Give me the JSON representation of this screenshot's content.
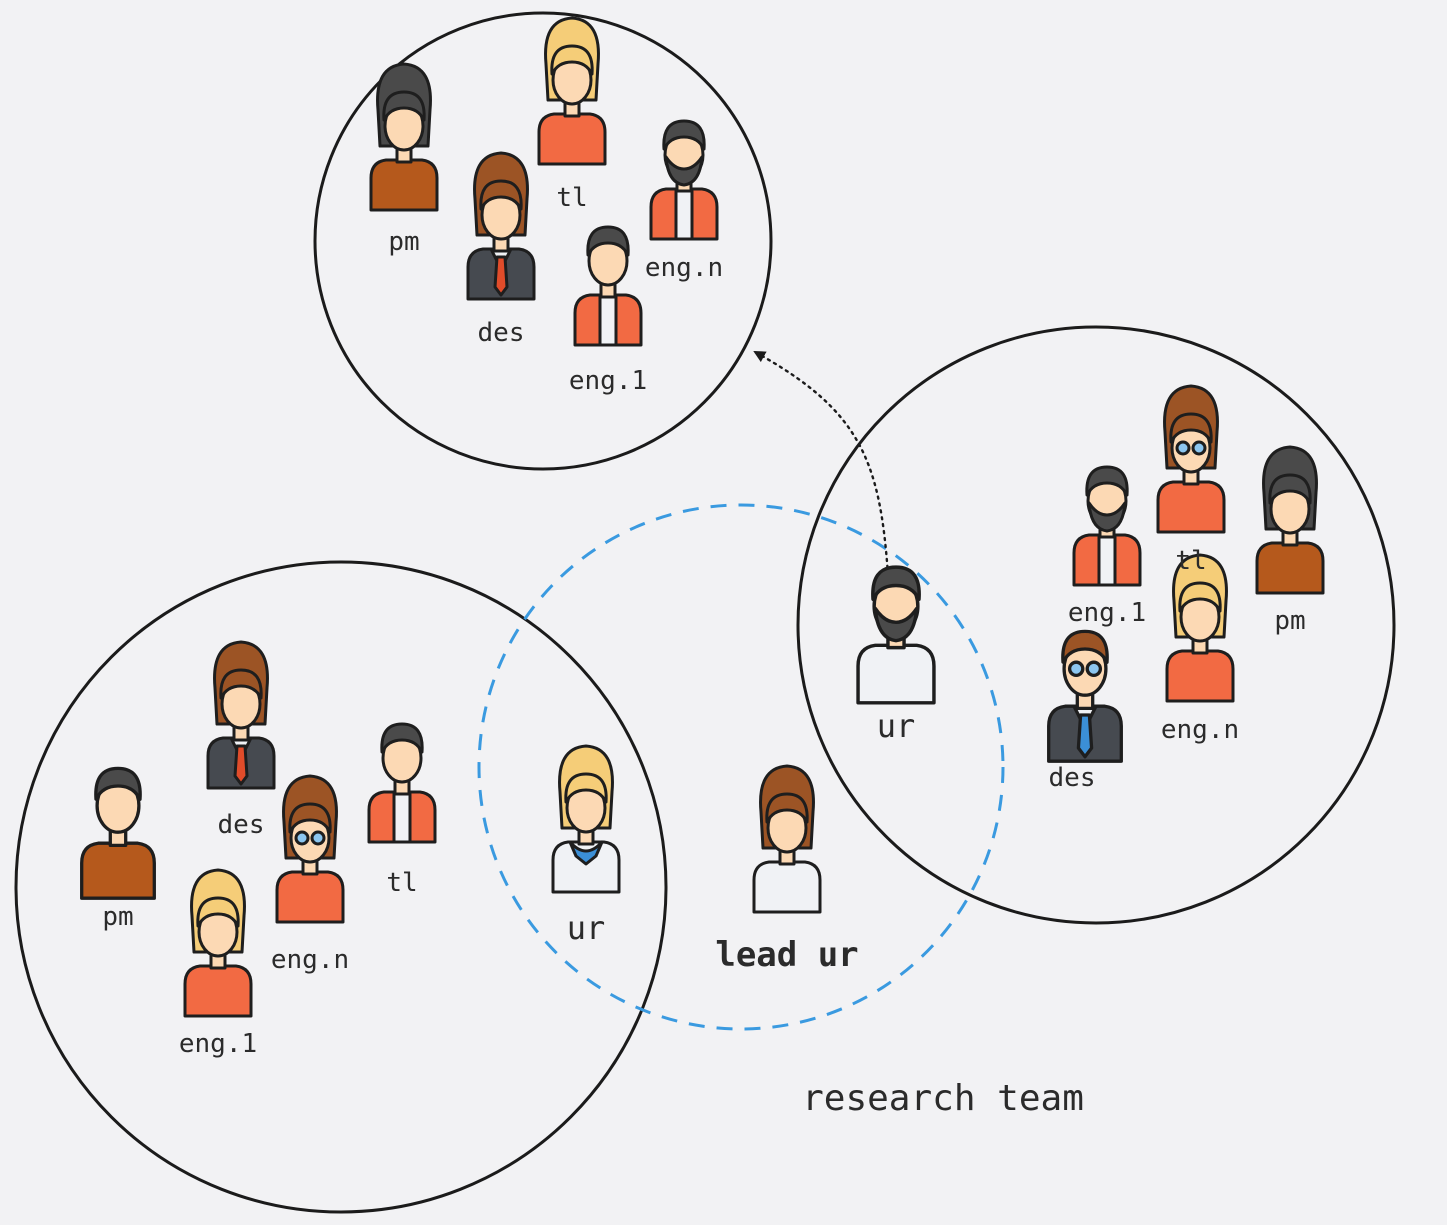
{
  "colors": {
    "background": "#f2f2f4",
    "team_circle": "#1b1b1b",
    "research_circle": "#3a9ae0",
    "outline": "#1e1e1e",
    "skin": "#fcd9b4",
    "hair_dark": "#4a4a4a",
    "hair_brown": "#9c5425",
    "hair_blonde": "#f5cd78",
    "shirt_orange": "#f26a43",
    "shirt_brown": "#b5591c",
    "suit_dark": "#464a50",
    "shirt_white": "#f0f2f5",
    "tie_red": "#e14c2a",
    "tie_blue": "#3b8fd6"
  },
  "teams": [
    {
      "id": "top",
      "members": [
        {
          "role": "pm",
          "hair": "bob-dark",
          "outfit": "brown",
          "icon": "woman-icon"
        },
        {
          "role": "tl",
          "hair": "curly-blonde",
          "outfit": "orange-dress",
          "icon": "woman-icon"
        },
        {
          "role": "eng.n",
          "hair": "beard-dark",
          "outfit": "orange-hoodie",
          "icon": "man-icon"
        },
        {
          "role": "des",
          "hair": "brown",
          "outfit": "suit-red-tie",
          "icon": "woman-icon"
        },
        {
          "role": "eng.1",
          "hair": "short-dark",
          "outfit": "orange-jacket",
          "icon": "man-icon"
        }
      ]
    },
    {
      "id": "right",
      "members": [
        {
          "role": "ur",
          "hair": "beard-dark",
          "outfit": "white-shirt",
          "icon": "man-icon"
        },
        {
          "role": "eng.1",
          "hair": "beard-dark",
          "outfit": "orange-hoodie",
          "icon": "man-icon"
        },
        {
          "role": "tl",
          "hair": "long-brown-glasses",
          "outfit": "orange-shirt",
          "icon": "woman-icon"
        },
        {
          "role": "pm",
          "hair": "bob-dark",
          "outfit": "brown",
          "icon": "woman-icon"
        },
        {
          "role": "des",
          "hair": "red-glasses",
          "outfit": "suit-blue-tie",
          "icon": "man-icon"
        },
        {
          "role": "eng.n",
          "hair": "long-blonde",
          "outfit": "orange-shirt",
          "icon": "woman-icon"
        }
      ]
    },
    {
      "id": "left",
      "members": [
        {
          "role": "pm",
          "hair": "short-dark",
          "outfit": "brown",
          "icon": "man-icon"
        },
        {
          "role": "des",
          "hair": "brown",
          "outfit": "suit-red-tie",
          "icon": "woman-icon"
        },
        {
          "role": "tl",
          "hair": "short-dark",
          "outfit": "orange-jacket",
          "icon": "man-icon"
        },
        {
          "role": "eng.n",
          "hair": "long-brown-glasses",
          "outfit": "orange-shirt",
          "icon": "woman-icon"
        },
        {
          "role": "eng.1",
          "hair": "long-blonde",
          "outfit": "orange-shirt",
          "icon": "woman-icon"
        },
        {
          "role": "ur",
          "hair": "long-blonde",
          "outfit": "white-blue-scarf",
          "icon": "woman-icon"
        }
      ]
    }
  ],
  "lead": {
    "role": "lead ur",
    "hair": "brown",
    "outfit": "white-shirt",
    "icon": "woman-icon"
  },
  "research_team_label": "research team"
}
